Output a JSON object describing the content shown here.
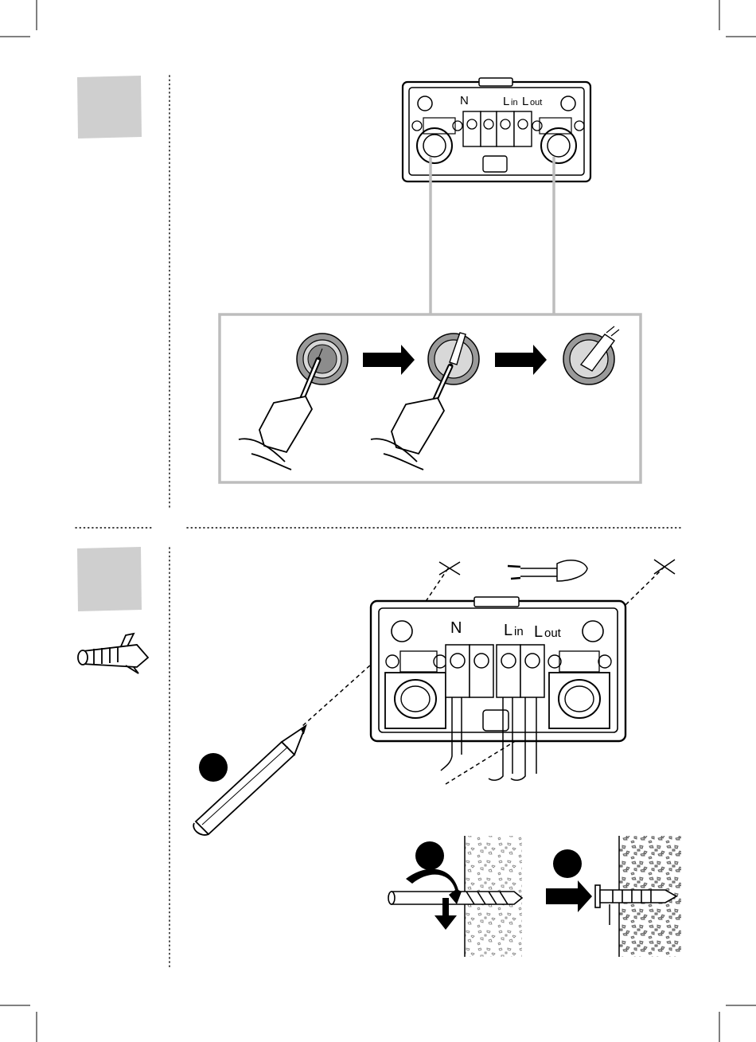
{
  "terminal_labels": {
    "neutral": "N",
    "line_in_prefix": "L",
    "line_in_suffix": "in",
    "line_out_prefix": "L",
    "line_out_suffix": "out"
  },
  "steps": {
    "sub_step_1": "",
    "sub_step_2": "",
    "sub_step_3": ""
  },
  "colors": {
    "step_box": "#cfcfcf",
    "grommet": "#9a9a9a",
    "connector": "#bdbdbd",
    "ink": "#000000"
  }
}
